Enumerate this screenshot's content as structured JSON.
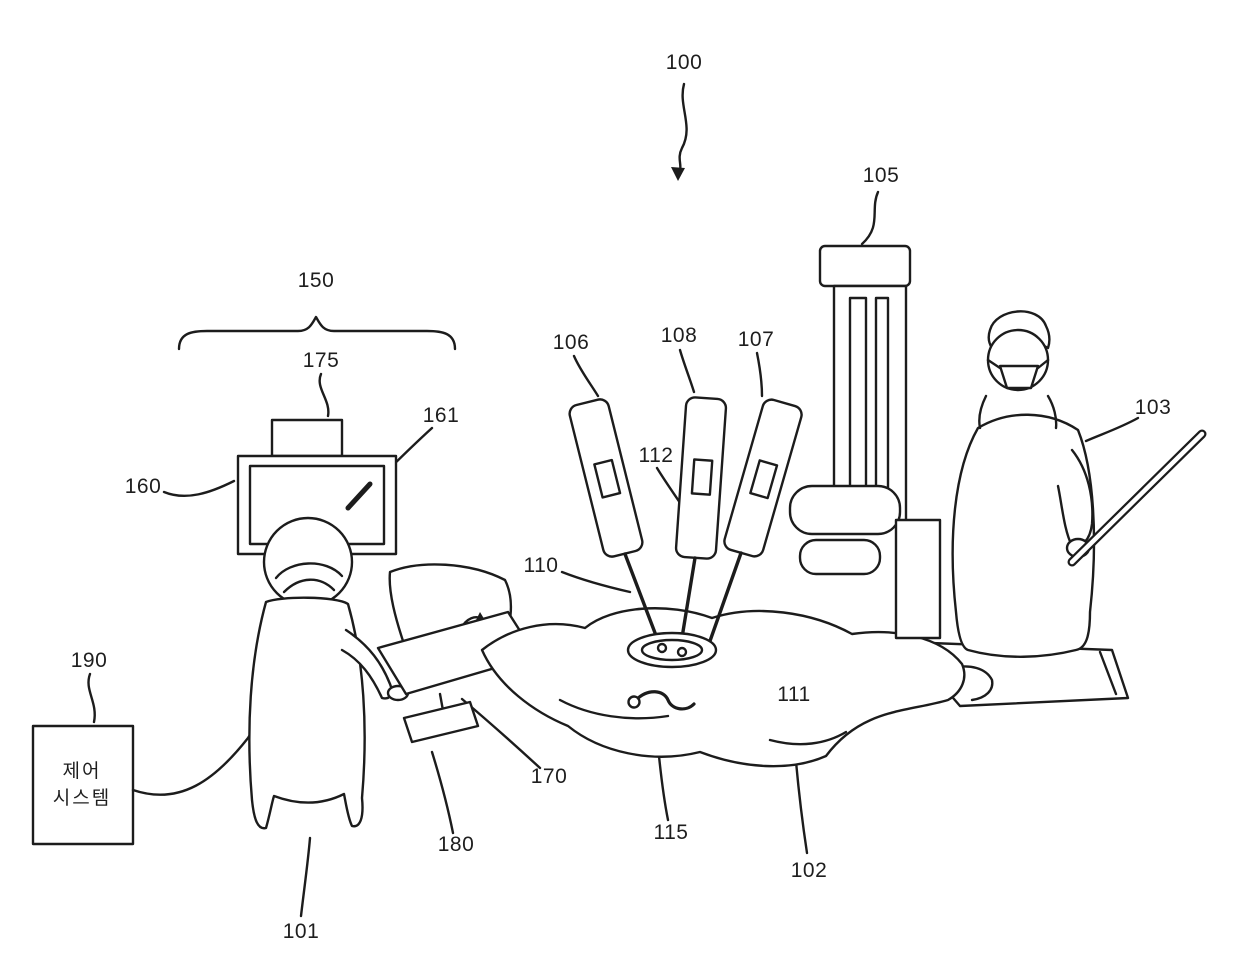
{
  "figure": {
    "kind": "patent line drawing",
    "subject": "teleoperated surgical system"
  },
  "labels": [
    {
      "text": "100"
    },
    {
      "text": "105"
    },
    {
      "text": "150"
    },
    {
      "text": "175"
    },
    {
      "text": "161"
    },
    {
      "text": "160"
    },
    {
      "text": "106"
    },
    {
      "text": "108"
    },
    {
      "text": "107"
    },
    {
      "text": "112"
    },
    {
      "text": "110"
    },
    {
      "text": "103"
    },
    {
      "text": "190"
    },
    {
      "text": "170"
    },
    {
      "text": "180"
    },
    {
      "text": "111"
    },
    {
      "text": "115"
    },
    {
      "text": "102"
    },
    {
      "text": "101"
    }
  ],
  "control_box": {
    "lines": [
      "제어",
      "시스템"
    ]
  }
}
